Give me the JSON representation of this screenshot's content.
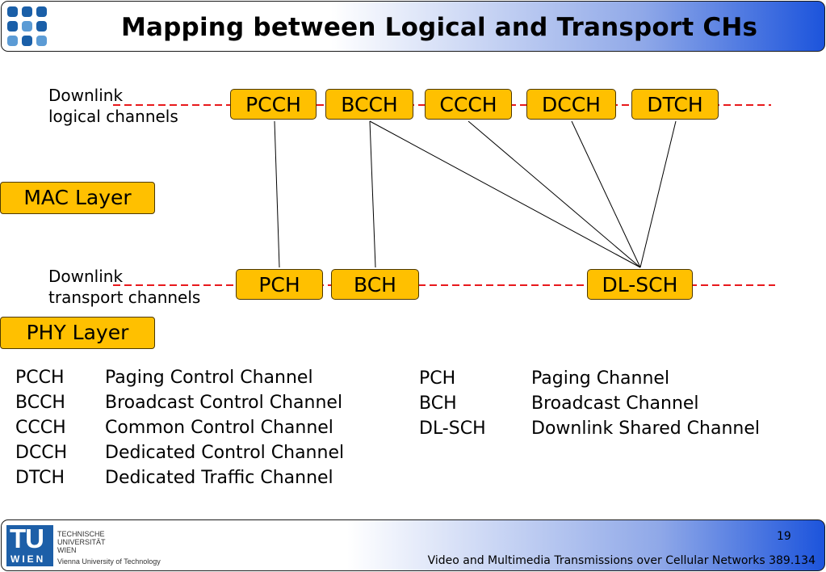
{
  "header": {
    "title": "Mapping between Logical and Transport CHs"
  },
  "diagram": {
    "logical_label": [
      "Downlink",
      "logical channels"
    ],
    "transport_label": [
      "Downlink",
      "transport channels"
    ],
    "logical_channels": [
      "PCCH",
      "BCCH",
      "CCCH",
      "DCCH",
      "DTCH"
    ],
    "transport_channels": [
      "PCH",
      "BCH",
      "DL-SCH"
    ],
    "mappings": [
      {
        "from": "PCCH",
        "to": "PCH"
      },
      {
        "from": "BCCH",
        "to": "BCH"
      },
      {
        "from": "BCCH",
        "to": "DL-SCH"
      },
      {
        "from": "CCCH",
        "to": "DL-SCH"
      },
      {
        "from": "DCCH",
        "to": "DL-SCH"
      },
      {
        "from": "DTCH",
        "to": "DL-SCH"
      }
    ],
    "mac_layer": "MAC Layer",
    "phy_layer": "PHY Layer",
    "dashed_line_color": "#e8191c",
    "box_color": "#ffc000"
  },
  "legend_logical": [
    {
      "abbr": "PCCH",
      "name": "Paging Control Channel"
    },
    {
      "abbr": "BCCH",
      "name": "Broadcast Control Channel"
    },
    {
      "abbr": "CCCH",
      "name": "Common Control Channel"
    },
    {
      "abbr": "DCCH",
      "name": "Dedicated Control Channel"
    },
    {
      "abbr": "DTCH",
      "name": "Dedicated Traffic Channel"
    }
  ],
  "legend_transport": [
    {
      "abbr": "PCH",
      "name": "Paging Channel"
    },
    {
      "abbr": "BCH",
      "name": "Broadcast Channel"
    },
    {
      "abbr": "DL-SCH",
      "name": "Downlink Shared Channel"
    }
  ],
  "footer": {
    "logo_mark": "TU",
    "logo_wien": "WIEN",
    "logo_lines": [
      "TECHNISCHE",
      "UNIVERSITÄT",
      "WIEN"
    ],
    "logo_sub": "Vienna University of Technology",
    "page_number": "19",
    "course": "Video and Multimedia Transmissions over Cellular Networks 389.134"
  }
}
